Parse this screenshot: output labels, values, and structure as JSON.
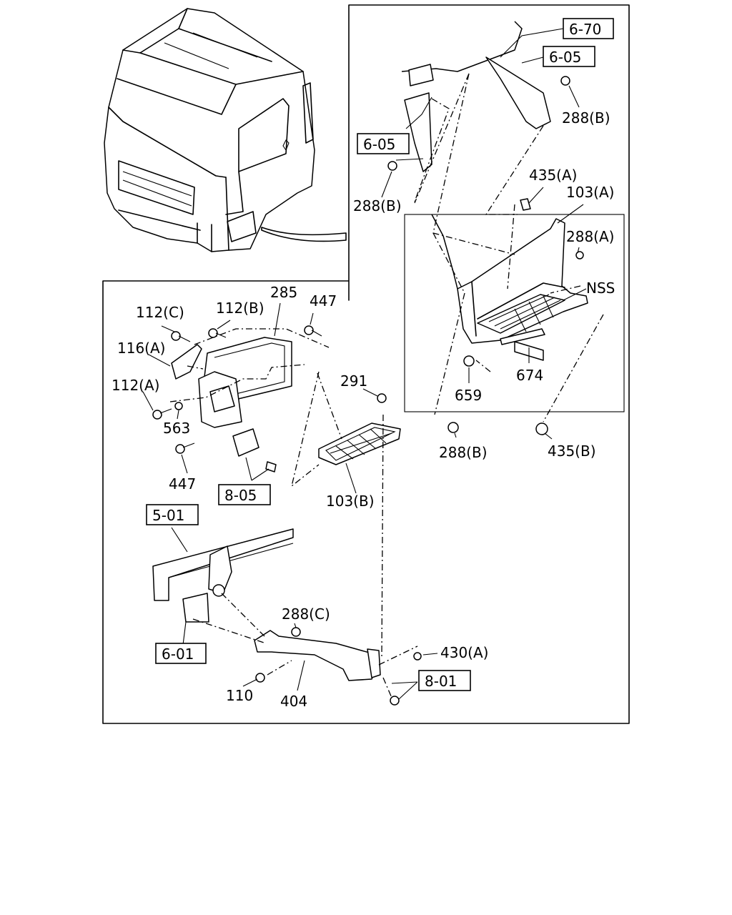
{
  "labels": {
    "p112c": "112(C)",
    "p112b": "112(B)",
    "p285": "285",
    "p447a": "447",
    "p116a": "116(A)",
    "p112a": "112(A)",
    "p563": "563",
    "p447b": "447",
    "p291": "291",
    "p103b": "103(B)",
    "p288c": "288(C)",
    "p430a": "430(A)",
    "p110": "110",
    "p404": "404",
    "p288b_top": "288(B)",
    "p288b_left": "288(B)",
    "p435a": "435(A)",
    "p103a": "103(A)",
    "p288a": "288(A)",
    "nss": "NSS",
    "p674": "674",
    "p659": "659",
    "p288b_bottom": "288(B)",
    "p435b": "435(B)"
  },
  "refs": {
    "r670": "6-70",
    "r605_top": "6-05",
    "r605_left": "6-05",
    "r805": "8-05",
    "r501": "5-01",
    "r601": "6-01",
    "r801": "8-01"
  }
}
